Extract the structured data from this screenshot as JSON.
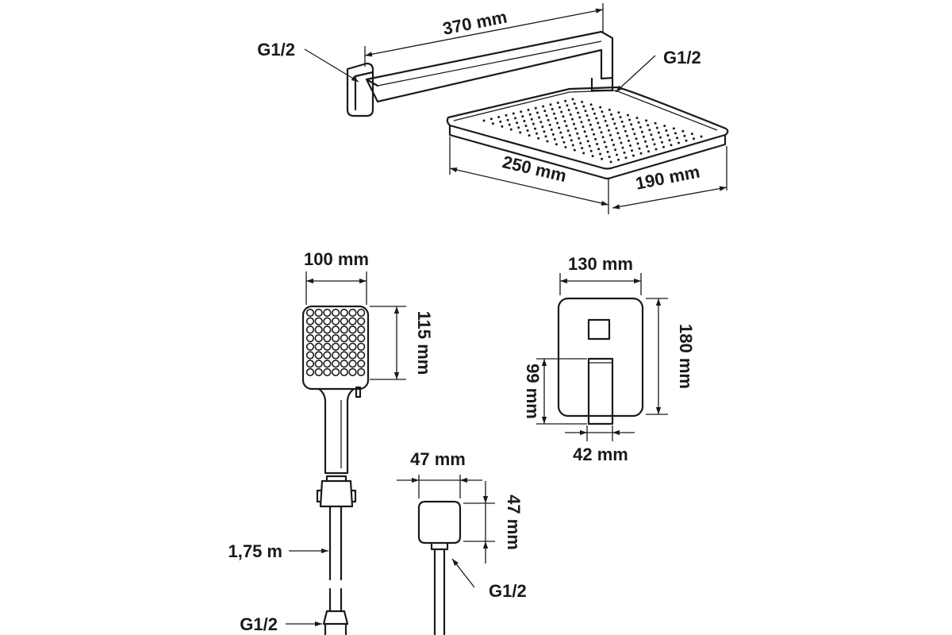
{
  "labels": {
    "arm_length": "370 mm",
    "arm_thread": "G1/2",
    "head_thread": "G1/2",
    "head_length": "250 mm",
    "head_width": "190 mm",
    "hand_width": "100 mm",
    "hand_height": "115 mm",
    "hose_length": "1,75 m",
    "hose_thread": "G1/2",
    "outlet_width": "47 mm",
    "outlet_height": "47 mm",
    "outlet_thread": "G1/2",
    "mixer_width": "130 mm",
    "mixer_height": "180 mm",
    "lever_height": "99 mm",
    "lever_width": "42 mm"
  },
  "colors": {
    "line": "#1a1a1a",
    "background": "#ffffff"
  }
}
